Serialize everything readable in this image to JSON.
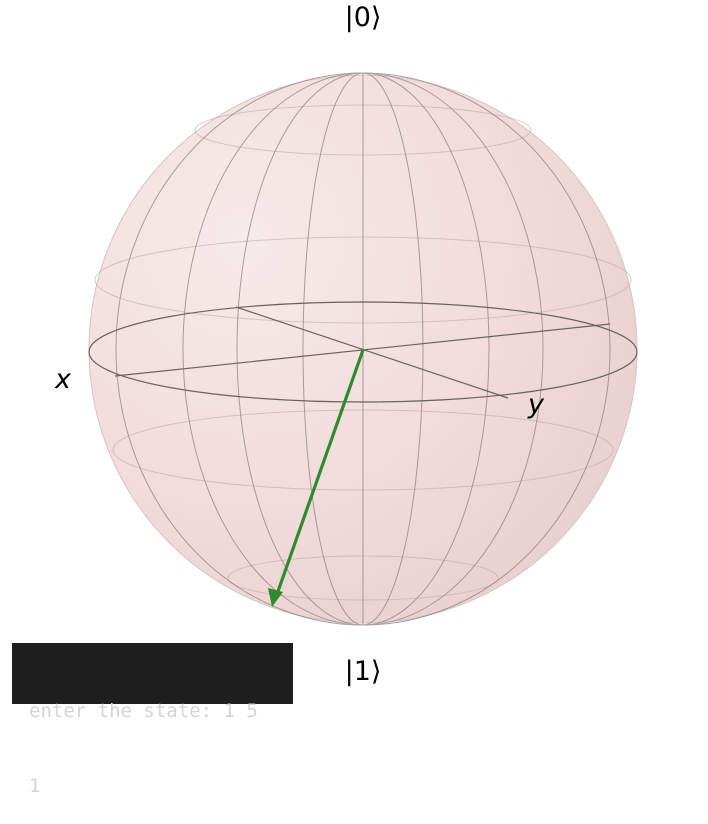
{
  "labels": {
    "ket0": "|0⟩",
    "ket1": "|1⟩",
    "x_axis": "x",
    "y_axis": "y"
  },
  "terminal": {
    "lines": [
      "enter the state: 1 5",
      "1"
    ]
  },
  "colors": {
    "sphere_fill": "#f4dede",
    "wire": "#555555",
    "state_vector": "#2e8b2e",
    "terminal_bg": "#1e1e1e",
    "terminal_text": "#d4d4d4"
  }
}
